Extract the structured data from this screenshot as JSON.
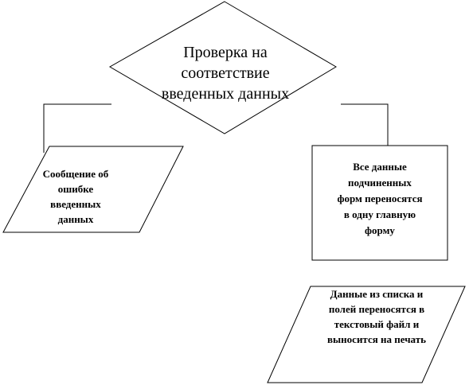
{
  "diagram": {
    "decision": {
      "lines": [
        "Проверка на",
        "соответствие",
        "введенных данных"
      ]
    },
    "error_message": {
      "lines": [
        "Сообщение об",
        "ошибке",
        "введенных",
        "данных"
      ]
    },
    "process": {
      "lines": [
        "Все данные",
        "подчиненных",
        "форм переносятся",
        "в одну главную",
        "форму"
      ]
    },
    "output": {
      "lines": [
        "Данные из списка и",
        "полей переносятся в",
        "текстовый файл и",
        "выносится на печать"
      ]
    }
  }
}
